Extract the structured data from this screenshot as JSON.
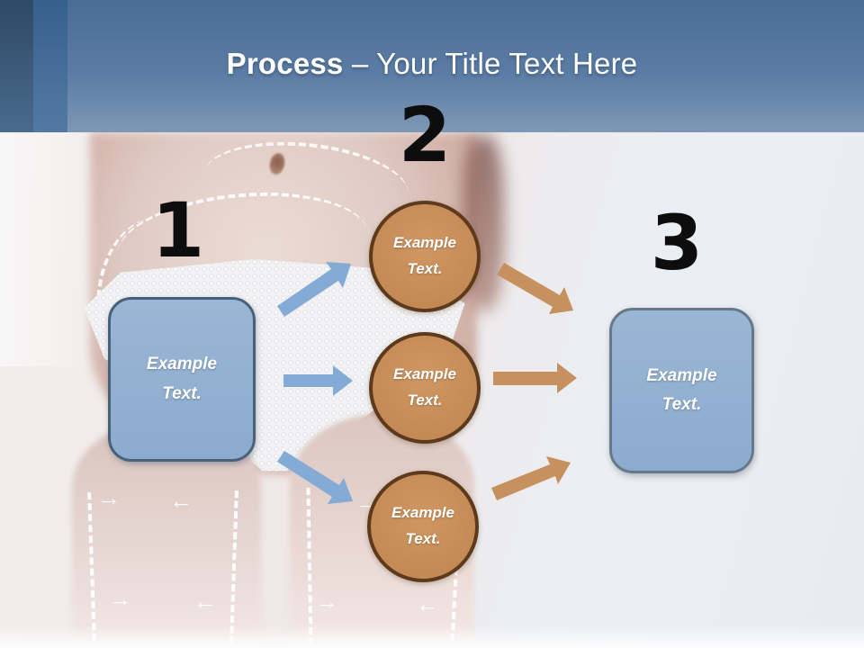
{
  "header": {
    "title_bold": "Process",
    "title_rest": " – Your Title Text Here"
  },
  "steps": [
    {
      "number": "1"
    },
    {
      "number": "2"
    },
    {
      "number": "3"
    }
  ],
  "nodes": {
    "left_box": {
      "label": "Example Text."
    },
    "circle_top": {
      "label": "Example Text."
    },
    "circle_middle": {
      "label": "Example Text."
    },
    "circle_bottom": {
      "label": "Example Text."
    },
    "right_box": {
      "label": "Example Text."
    }
  },
  "arrows": [
    {
      "id": "blue-up-right",
      "color": "#84abd6"
    },
    {
      "id": "blue-right",
      "color": "#84abd6"
    },
    {
      "id": "blue-down-right",
      "color": "#84abd6"
    },
    {
      "id": "orange-down-right",
      "color": "#c6915e"
    },
    {
      "id": "orange-right",
      "color": "#c6915e"
    },
    {
      "id": "orange-up-right",
      "color": "#c6915e"
    }
  ],
  "colors": {
    "header_top": "#4a6d96",
    "header_bottom": "#7e97b5",
    "accent_band_dark": "#2d4965",
    "accent_band_mid": "#38608d",
    "box_fill": "#93b1d2",
    "box_border": "#47617a",
    "circle_fill": "#c8915c",
    "circle_border": "#5d3a1c",
    "arrow_blue": "#84abd6",
    "arrow_orange": "#c6915e",
    "number_color": "#0d0d0d",
    "title_color": "#ffffff"
  },
  "background": {
    "description": "photo of female lower body with white dashed cosmetic-surgery markings and arrows"
  },
  "glyphs": {
    "arrow_right": "→",
    "arrow_left": "←"
  }
}
